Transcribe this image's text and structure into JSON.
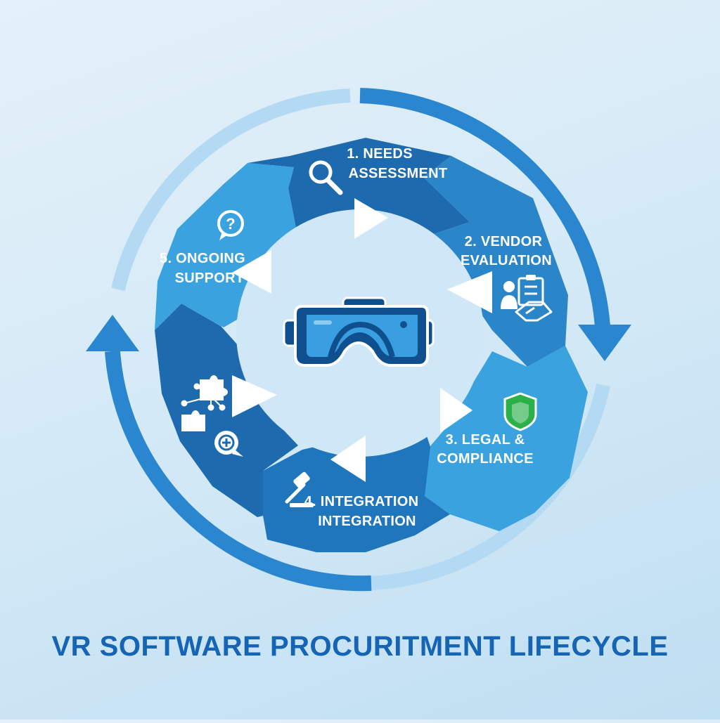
{
  "title": "VR SOFTWARE PROCURITMENT LIFECYCLE",
  "colors": {
    "background": "#d8ebf7",
    "segment_dark": "#1e6aaf",
    "segment_mid": "#2a86c9",
    "segment_light": "#3aa2de",
    "ring_dark": "#2a86cf",
    "ring_light": "#b3daf2",
    "title": "#1565b4",
    "shield_green": "#2bb04a"
  },
  "center": {
    "icon": "vr-headset-icon"
  },
  "stages": [
    {
      "line1": "1. NEEDS",
      "line2": "ASSESSMENT",
      "icon": "magnifier-icon"
    },
    {
      "line1": "2. VENDOR",
      "line2": "EVALUATION",
      "icon": "handshake-checklist-icon"
    },
    {
      "line1": "3. LEGAL &",
      "line2": "COMPLIANCE",
      "icon": "shield-icon"
    },
    {
      "line1": "4. INTEGRATION",
      "line2": "INTEGRATION",
      "icon": "gavel-icon"
    },
    {
      "line1": "5. ONGOING",
      "line2": "SUPPORT",
      "icon": "question-bubble-icon"
    }
  ],
  "extra_icons": [
    "puzzle-network-icon",
    "add-chat-icon"
  ]
}
